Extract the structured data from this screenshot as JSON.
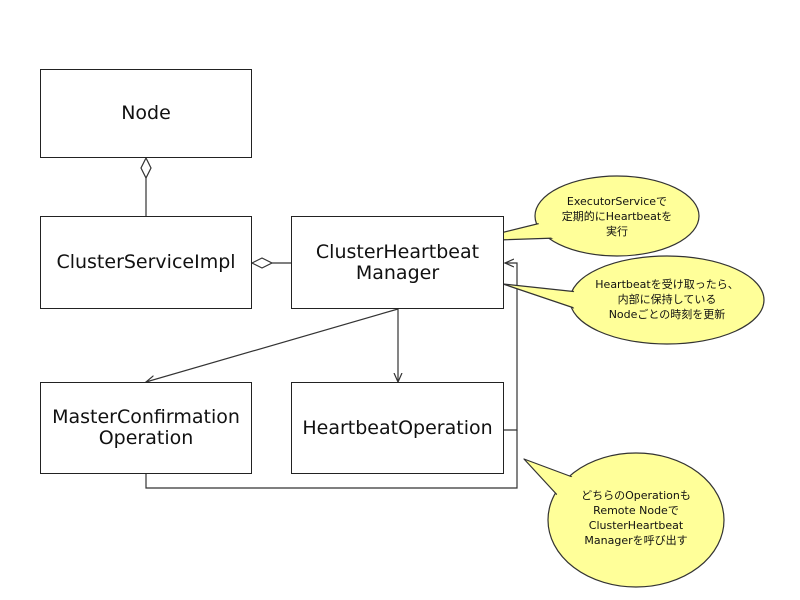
{
  "classes": {
    "node": "Node",
    "cluster_service_impl": "ClusterServiceImpl",
    "cluster_heartbeat_manager": "ClusterHeartbeat\nManager",
    "master_confirmation_operation": "MasterConfirmation\nOperation",
    "heartbeat_operation": "HeartbeatOperation"
  },
  "notes": {
    "executor": "ExecutorServiceで\n定期的にHeartbeatを\n実行",
    "heartbeat_receive": "Heartbeatを受け取ったら、\n内部に保持している\nNodeごとの時刻を更新",
    "operations_call": "どちらのOperationも\nRemote Nodeで\nClusterHeartbeat\nManagerを呼び出す"
  },
  "colors": {
    "note_fill": "#ffff99",
    "line": "#333333"
  }
}
